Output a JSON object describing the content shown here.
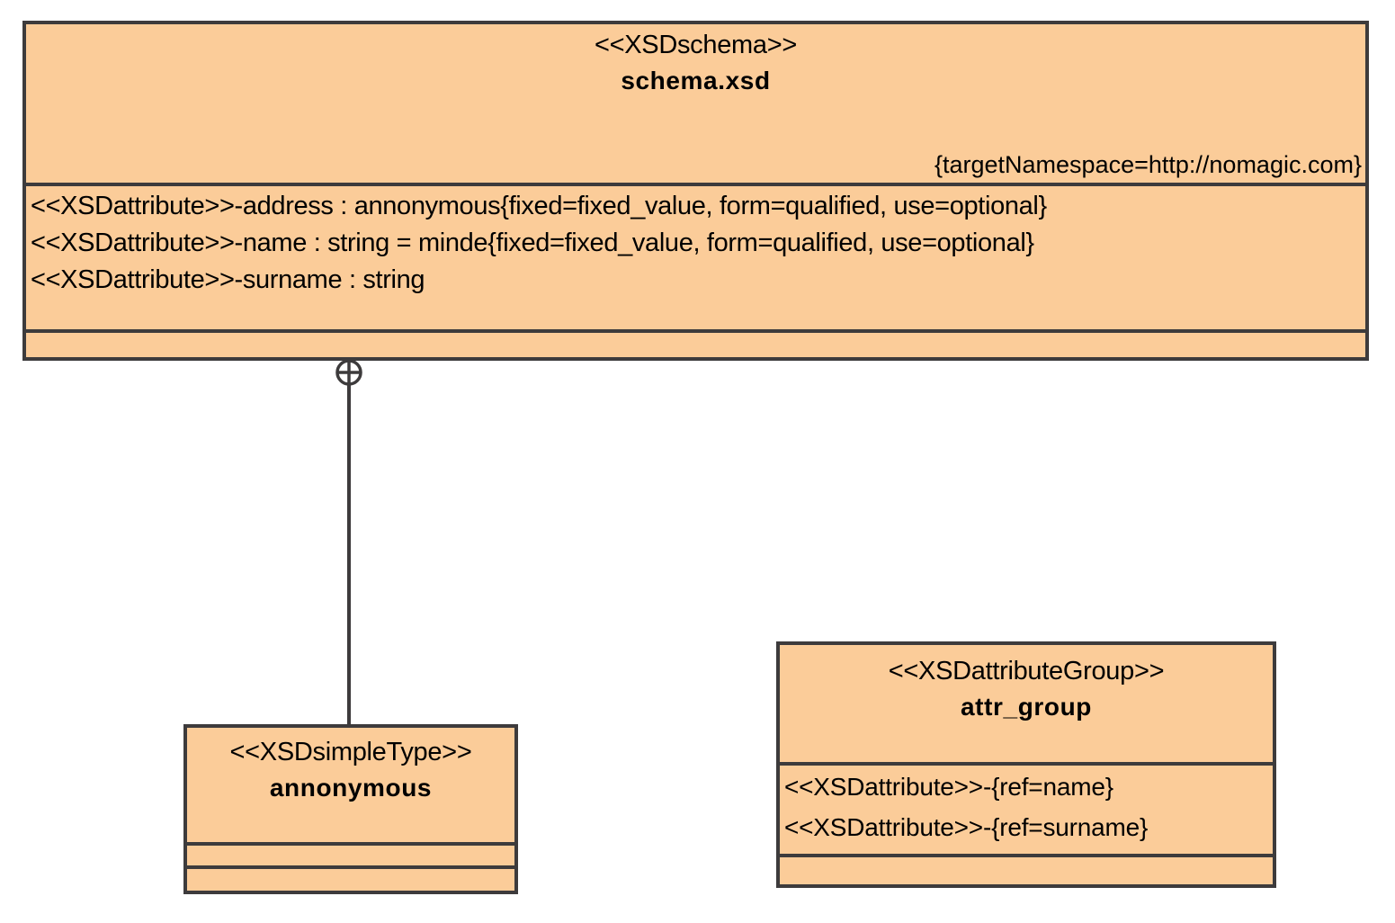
{
  "diagram": {
    "type": "uml-xsd-class-diagram",
    "background_color": "#ffffff",
    "fill_color": "#fbcc99",
    "line_color": "#3d3b3c",
    "text_color": "#000000"
  },
  "schema_class": {
    "stereotype": "<<XSDschema>>",
    "name": "schema.xsd",
    "tagged_values": "{targetNamespace=http://nomagic.com}",
    "attributes": [
      "<<XSDattribute>>-address : annonymous{fixed=fixed_value, form=qualified, use=optional}",
      "<<XSDattribute>>-name : string = minde{fixed=fixed_value, form=qualified, use=optional}",
      "<<XSDattribute>>-surname : string"
    ],
    "operations": []
  },
  "simple_type_class": {
    "stereotype": "<<XSDsimpleType>>",
    "name": "annonymous",
    "attributes": [],
    "operations": []
  },
  "attribute_group_class": {
    "stereotype": "<<XSDattributeGroup>>",
    "name": "attr_group",
    "attributes": [
      "<<XSDattribute>>-{ref=name}",
      "<<XSDattribute>>-{ref=surname}"
    ],
    "operations": []
  },
  "relationship": {
    "kind": "containment",
    "icon": "containment-crosshair-icon",
    "from": "schema.xsd",
    "to": "annonymous"
  }
}
